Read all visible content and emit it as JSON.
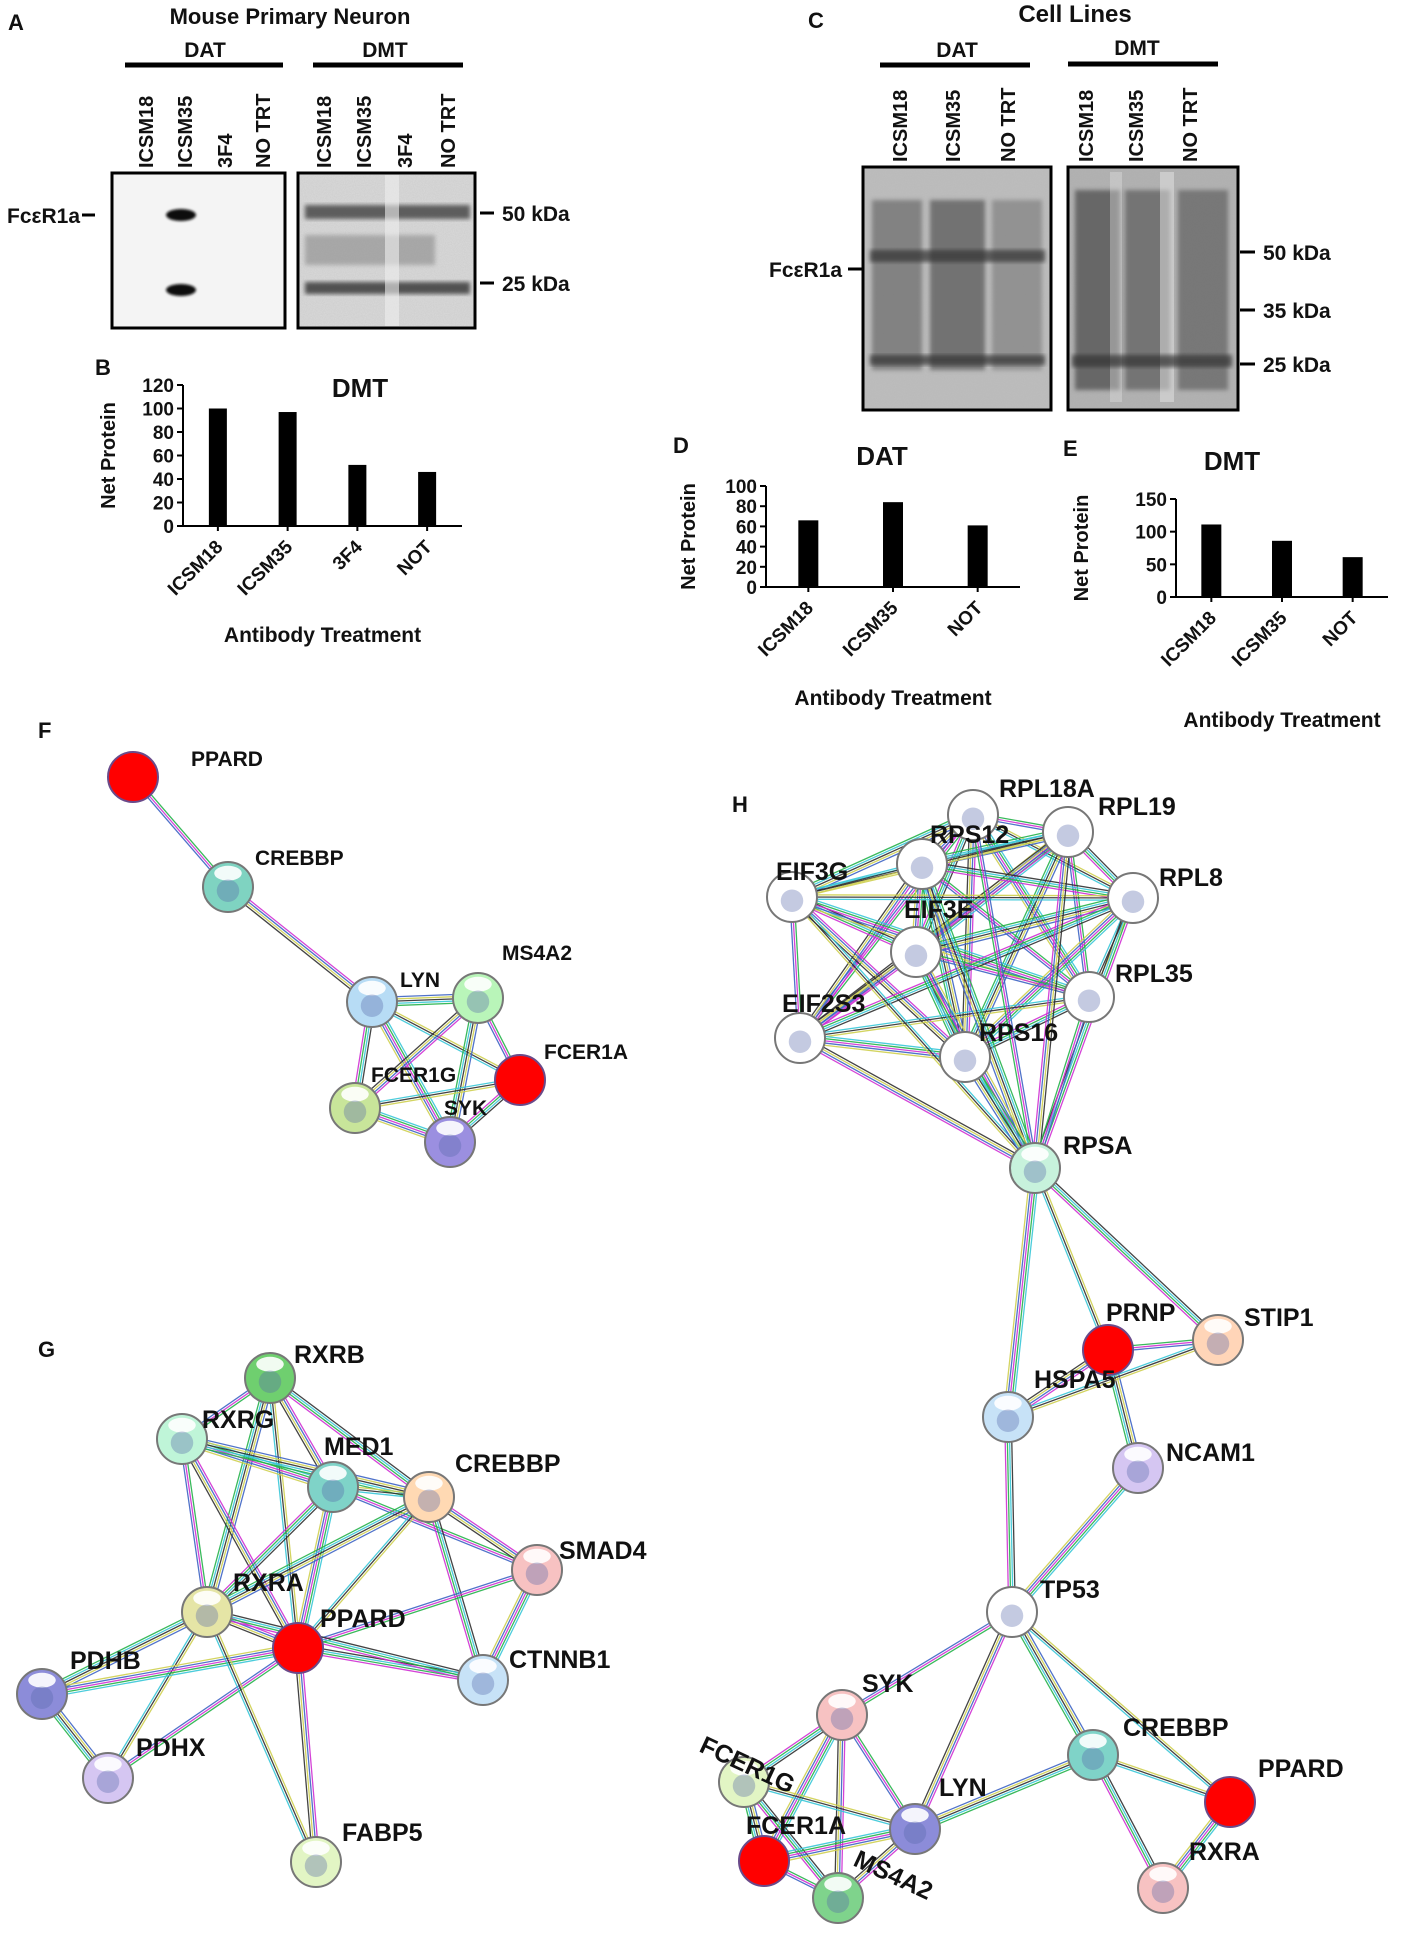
{
  "panels": {
    "A": {
      "letter": "A",
      "title": "Mouse Primary Neuron",
      "groups": [
        "DAT",
        "DMT"
      ],
      "lanes_dat": [
        "ICSM18",
        "ICSM35",
        "3F4",
        "NO TRT"
      ],
      "lanes_dmt": [
        "ICSM18",
        "ICSM35",
        "3F4",
        "NO TRT"
      ],
      "marker": "FcεR1a",
      "kda": [
        "50 kDa",
        "25 kDa"
      ]
    },
    "B": {
      "letter": "B"
    },
    "C": {
      "letter": "C",
      "title": "Cell Lines",
      "groups": [
        "DAT",
        "DMT"
      ],
      "lanes_dat": [
        "ICSM18",
        "ICSM35",
        "NO TRT"
      ],
      "lanes_dmt": [
        "ICSM18",
        "ICSM35",
        "NO TRT"
      ],
      "marker": "FcεR1a",
      "kda": [
        "50 kDa",
        "35 kDa",
        "25 kDa"
      ]
    },
    "D": {
      "letter": "D"
    },
    "E": {
      "letter": "E"
    },
    "F": {
      "letter": "F"
    },
    "G": {
      "letter": "G"
    },
    "H": {
      "letter": "H"
    }
  },
  "chart_data": [
    {
      "id": "B",
      "type": "bar",
      "title": "DMT",
      "categories": [
        "ICSM18",
        "ICSM35",
        "3F4",
        "NOT"
      ],
      "values": [
        100,
        97,
        52,
        46
      ],
      "xlabel": "Antibody  Treatment",
      "ylabel": "Net Protein",
      "ylim": [
        0,
        120
      ],
      "yticks": [
        0,
        20,
        40,
        60,
        80,
        100,
        120
      ],
      "grid": false,
      "bar_color": "#000000"
    },
    {
      "id": "D",
      "type": "bar",
      "title": "DAT",
      "categories": [
        "ICSM18",
        "ICSM35",
        "NOT"
      ],
      "values": [
        66,
        84,
        61
      ],
      "xlabel": "Antibody Treatment",
      "ylabel": "Net Protein",
      "ylim": [
        0,
        100
      ],
      "yticks": [
        0,
        20,
        40,
        60,
        80,
        100
      ],
      "grid": false,
      "bar_color": "#000000"
    },
    {
      "id": "E",
      "type": "bar",
      "title": "DMT",
      "categories": [
        "ICSM18",
        "ICSM35",
        "NOT"
      ],
      "values": [
        111,
        86,
        61
      ],
      "xlabel": "Antibody  Treatment",
      "ylabel": "Net Protein",
      "ylim": [
        0,
        150
      ],
      "yticks": [
        0,
        50,
        100,
        150
      ],
      "grid": false,
      "bar_color": "#000000"
    }
  ],
  "networks": {
    "F": {
      "nodes": [
        {
          "id": "PPARD",
          "color": "#ff0000"
        },
        {
          "id": "CREBBP",
          "color": "#7fd3c1"
        },
        {
          "id": "LYN",
          "color": "#b7dcf5"
        },
        {
          "id": "MS4A2",
          "color": "#b9f5b9"
        },
        {
          "id": "FCER1A",
          "color": "#ff0000"
        },
        {
          "id": "FCER1G",
          "color": "#c8e59a"
        },
        {
          "id": "SYK",
          "color": "#9b8fe0"
        }
      ],
      "edges": [
        [
          "PPARD",
          "CREBBP"
        ],
        [
          "CREBBP",
          "LYN"
        ],
        [
          "LYN",
          "MS4A2"
        ],
        [
          "LYN",
          "FCER1A"
        ],
        [
          "LYN",
          "FCER1G"
        ],
        [
          "LYN",
          "SYK"
        ],
        [
          "MS4A2",
          "FCER1A"
        ],
        [
          "MS4A2",
          "FCER1G"
        ],
        [
          "MS4A2",
          "SYK"
        ],
        [
          "FCER1A",
          "FCER1G"
        ],
        [
          "FCER1A",
          "SYK"
        ],
        [
          "FCER1G",
          "SYK"
        ]
      ]
    },
    "G": {
      "nodes": [
        {
          "id": "RXRB",
          "color": "#6fcf6f"
        },
        {
          "id": "RXRG",
          "color": "#bff5d8"
        },
        {
          "id": "MED1",
          "color": "#7fd3c8"
        },
        {
          "id": "CREBBP",
          "color": "#ffd9b3"
        },
        {
          "id": "SMAD4",
          "color": "#f7c2c2"
        },
        {
          "id": "RXRA",
          "color": "#e5e5a6"
        },
        {
          "id": "PPARD",
          "color": "#ff0000"
        },
        {
          "id": "CTNNB1",
          "color": "#c7e2f7"
        },
        {
          "id": "PDHB",
          "color": "#8c8cd9"
        },
        {
          "id": "PDHX",
          "color": "#d5c6f2"
        },
        {
          "id": "FABP5",
          "color": "#e2f5c4"
        }
      ],
      "edges": [
        [
          "RXRB",
          "RXRG"
        ],
        [
          "RXRB",
          "MED1"
        ],
        [
          "RXRB",
          "RXRA"
        ],
        [
          "RXRB",
          "PPARD"
        ],
        [
          "RXRB",
          "CREBBP"
        ],
        [
          "RXRG",
          "MED1"
        ],
        [
          "RXRG",
          "RXRA"
        ],
        [
          "RXRG",
          "PPARD"
        ],
        [
          "RXRG",
          "CREBBP"
        ],
        [
          "MED1",
          "CREBBP"
        ],
        [
          "MED1",
          "RXRA"
        ],
        [
          "MED1",
          "PPARD"
        ],
        [
          "MED1",
          "SMAD4"
        ],
        [
          "CREBBP",
          "SMAD4"
        ],
        [
          "CREBBP",
          "RXRA"
        ],
        [
          "CREBBP",
          "PPARD"
        ],
        [
          "CREBBP",
          "CTNNB1"
        ],
        [
          "SMAD4",
          "CTNNB1"
        ],
        [
          "SMAD4",
          "PPARD"
        ],
        [
          "RXRA",
          "PPARD"
        ],
        [
          "RXRA",
          "PDHB"
        ],
        [
          "RXRA",
          "PDHX"
        ],
        [
          "PPARD",
          "CTNNB1"
        ],
        [
          "PPARD",
          "PDHB"
        ],
        [
          "PPARD",
          "PDHX"
        ],
        [
          "PPARD",
          "FABP5"
        ],
        [
          "PDHB",
          "PDHX"
        ],
        [
          "RXRA",
          "FABP5"
        ],
        [
          "RXRA",
          "CTNNB1"
        ]
      ]
    },
    "H": {
      "nodes": [
        {
          "id": "RPL18A",
          "color": "#ffffff"
        },
        {
          "id": "RPL19",
          "color": "#ffffff"
        },
        {
          "id": "RPS12",
          "color": "#ffffff"
        },
        {
          "id": "EIF3G",
          "color": "#ffffff"
        },
        {
          "id": "RPL8",
          "color": "#ffffff"
        },
        {
          "id": "EIF3E",
          "color": "#ffffff"
        },
        {
          "id": "RPL35",
          "color": "#ffffff"
        },
        {
          "id": "EIF2S3",
          "color": "#ffffff"
        },
        {
          "id": "RPS16",
          "color": "#ffffff"
        },
        {
          "id": "RPSA",
          "color": "#c7f2dc"
        },
        {
          "id": "PRNP",
          "color": "#ff0000"
        },
        {
          "id": "STIP1",
          "color": "#ffd5b8"
        },
        {
          "id": "HSPA5",
          "color": "#c7e2f7"
        },
        {
          "id": "NCAM1",
          "color": "#d5c6f2"
        },
        {
          "id": "TP53",
          "color": "#ffffff"
        },
        {
          "id": "SYK",
          "color": "#f7c2c2"
        },
        {
          "id": "FCER1G",
          "color": "#e2f5c4"
        },
        {
          "id": "FCER1A",
          "color": "#ff0000"
        },
        {
          "id": "LYN",
          "color": "#8c8cd9"
        },
        {
          "id": "MS4A2",
          "color": "#7fd38c"
        },
        {
          "id": "CREBBP",
          "color": "#7fd3c8"
        },
        {
          "id": "PPARD",
          "color": "#ff0000"
        },
        {
          "id": "RXRA",
          "color": "#f7c2c2"
        }
      ],
      "edges": [
        [
          "RPL18A",
          "RPL19"
        ],
        [
          "RPL18A",
          "RPS12"
        ],
        [
          "RPL18A",
          "EIF3G"
        ],
        [
          "RPL18A",
          "RPL8"
        ],
        [
          "RPL18A",
          "EIF3E"
        ],
        [
          "RPL18A",
          "RPL35"
        ],
        [
          "RPL18A",
          "EIF2S3"
        ],
        [
          "RPL18A",
          "RPS16"
        ],
        [
          "RPL19",
          "RPS12"
        ],
        [
          "RPL19",
          "EIF3G"
        ],
        [
          "RPL19",
          "RPL8"
        ],
        [
          "RPL19",
          "EIF3E"
        ],
        [
          "RPL19",
          "RPL35"
        ],
        [
          "RPL19",
          "EIF2S3"
        ],
        [
          "RPL19",
          "RPS16"
        ],
        [
          "RPS12",
          "EIF3G"
        ],
        [
          "RPS12",
          "RPL8"
        ],
        [
          "RPS12",
          "EIF3E"
        ],
        [
          "RPS12",
          "RPL35"
        ],
        [
          "RPS12",
          "EIF2S3"
        ],
        [
          "RPS12",
          "RPS16"
        ],
        [
          "EIF3G",
          "RPL8"
        ],
        [
          "EIF3G",
          "EIF3E"
        ],
        [
          "EIF3G",
          "RPL35"
        ],
        [
          "EIF3G",
          "EIF2S3"
        ],
        [
          "EIF3G",
          "RPS16"
        ],
        [
          "RPL8",
          "EIF3E"
        ],
        [
          "RPL8",
          "RPL35"
        ],
        [
          "RPL8",
          "EIF2S3"
        ],
        [
          "RPL8",
          "RPS16"
        ],
        [
          "EIF3E",
          "RPL35"
        ],
        [
          "EIF3E",
          "EIF2S3"
        ],
        [
          "EIF3E",
          "RPS16"
        ],
        [
          "RPL35",
          "EIF2S3"
        ],
        [
          "RPL35",
          "RPS16"
        ],
        [
          "EIF2S3",
          "RPS16"
        ],
        [
          "RPSA",
          "RPL18A"
        ],
        [
          "RPSA",
          "RPL19"
        ],
        [
          "RPSA",
          "RPS12"
        ],
        [
          "RPSA",
          "EIF3G"
        ],
        [
          "RPSA",
          "RPL8"
        ],
        [
          "RPSA",
          "EIF3E"
        ],
        [
          "RPSA",
          "RPL35"
        ],
        [
          "RPSA",
          "EIF2S3"
        ],
        [
          "RPSA",
          "RPS16"
        ],
        [
          "RPSA",
          "PRNP"
        ],
        [
          "RPSA",
          "STIP1"
        ],
        [
          "RPSA",
          "HSPA5"
        ],
        [
          "PRNP",
          "STIP1"
        ],
        [
          "PRNP",
          "HSPA5"
        ],
        [
          "PRNP",
          "NCAM1"
        ],
        [
          "STIP1",
          "HSPA5"
        ],
        [
          "HSPA5",
          "TP53"
        ],
        [
          "NCAM1",
          "TP53"
        ],
        [
          "TP53",
          "SYK"
        ],
        [
          "TP53",
          "LYN"
        ],
        [
          "TP53",
          "CREBBP"
        ],
        [
          "TP53",
          "PPARD"
        ],
        [
          "SYK",
          "FCER1G"
        ],
        [
          "SYK",
          "FCER1A"
        ],
        [
          "SYK",
          "LYN"
        ],
        [
          "SYK",
          "MS4A2"
        ],
        [
          "FCER1G",
          "FCER1A"
        ],
        [
          "FCER1G",
          "LYN"
        ],
        [
          "FCER1G",
          "MS4A2"
        ],
        [
          "FCER1A",
          "LYN"
        ],
        [
          "FCER1A",
          "MS4A2"
        ],
        [
          "LYN",
          "MS4A2"
        ],
        [
          "LYN",
          "CREBBP"
        ],
        [
          "CREBBP",
          "PPARD"
        ],
        [
          "CREBBP",
          "RXRA"
        ],
        [
          "PPARD",
          "RXRA"
        ]
      ]
    }
  }
}
